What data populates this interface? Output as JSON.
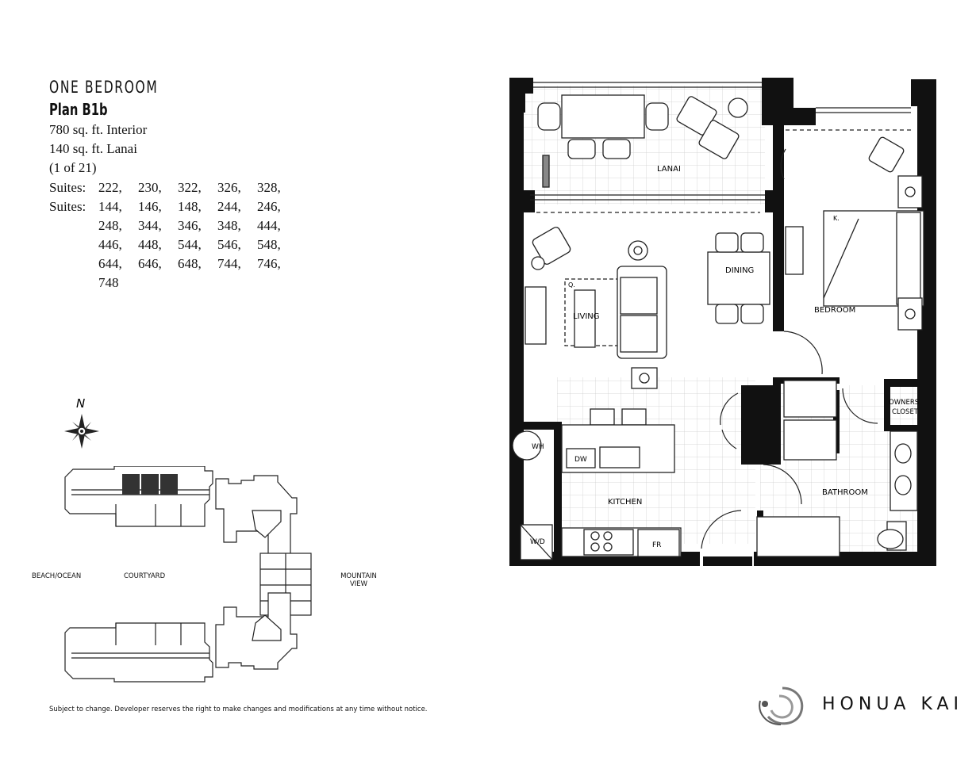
{
  "unit": {
    "type": "ONE BEDROOM",
    "plan": "Plan B1b",
    "interior": "780 sq. ft. Interior",
    "lanai": "140 sq. ft. Lanai",
    "count": "(1 of 21)"
  },
  "suites": {
    "label": "Suites:",
    "rows": [
      {
        "label": "Suites:",
        "nums": [
          "222,",
          "230,",
          "322,",
          "326,",
          "328,"
        ]
      },
      {
        "label": "Suites:",
        "nums": [
          "144,",
          "146,",
          "148,",
          "244,",
          "246,"
        ]
      },
      {
        "label": "",
        "nums": [
          "248,",
          "344,",
          "346,",
          "348,",
          "444,"
        ]
      },
      {
        "label": "",
        "nums": [
          "446,",
          "448,",
          "544,",
          "546,",
          "548,"
        ]
      },
      {
        "label": "",
        "nums": [
          "644,",
          "646,",
          "648,",
          "744,",
          "746,"
        ]
      },
      {
        "label": "",
        "nums": [
          "748"
        ]
      }
    ]
  },
  "compass": {
    "letter": "N"
  },
  "site_plan": {
    "left_label": "BEACH/OCEAN",
    "courtyard_label": "COURTYARD",
    "right_label_1": "MOUNTAIN",
    "right_label_2": "VIEW"
  },
  "rooms": {
    "lanai": "LANAI",
    "dining": "DINING",
    "living": "LIVING",
    "bedroom": "BEDROOM",
    "owners_1": "OWNERS",
    "owners_2": "CLOSET",
    "kitchen": "KITCHEN",
    "bathroom": "BATHROOM",
    "wh": "WH",
    "dw": "DW",
    "wd": "W/D",
    "fr": "FR",
    "q": "Q.",
    "k": "K."
  },
  "disclaimer": "Subject to change. Developer reserves the right to make changes and modifications at any time without notice.",
  "brand": "HONUA KAI"
}
